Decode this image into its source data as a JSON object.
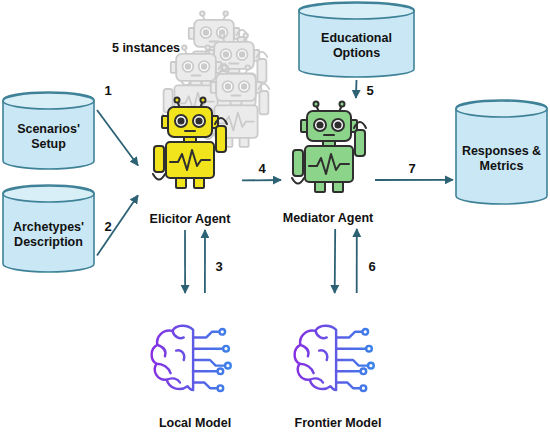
{
  "diagram": {
    "nodes": [
      {
        "text": [
          "Scenarios' Setup"
        ]
      },
      {
        "text": [
          "Archetypes' Description"
        ]
      },
      {
        "text": [
          "Elicitor Agent"
        ]
      },
      {
        "text": [
          "Educational Options"
        ]
      },
      {
        "text": [
          "Mediator Agent"
        ]
      },
      {
        "text": [
          "Responses & Metrics"
        ]
      },
      {
        "text": [
          "Local Model"
        ]
      },
      {
        "text": [
          "Frontier Model"
        ]
      }
    ],
    "edges": [
      {
        "from": 0,
        "to": 2,
        "label": "1",
        "arrow": "to"
      },
      {
        "from": 1,
        "to": 2,
        "label": "2",
        "arrow": "to"
      },
      {
        "from": 2,
        "to": 6,
        "label": "3",
        "arrow": "to"
      },
      {
        "from": 6,
        "to": 2,
        "arrow": "to"
      },
      {
        "from": 2,
        "to": 4,
        "label": "4",
        "arrow": "to"
      },
      {
        "from": 3,
        "to": 4,
        "label": "5",
        "arrow": "to"
      },
      {
        "from": 4,
        "to": 7,
        "label": "6",
        "arrow": "to"
      },
      {
        "from": 7,
        "to": 4,
        "arrow": "to"
      },
      {
        "from": 4,
        "to": 5,
        "label": "7",
        "arrow": "to"
      }
    ],
    "labels": [
      "5 instances"
    ]
  }
}
